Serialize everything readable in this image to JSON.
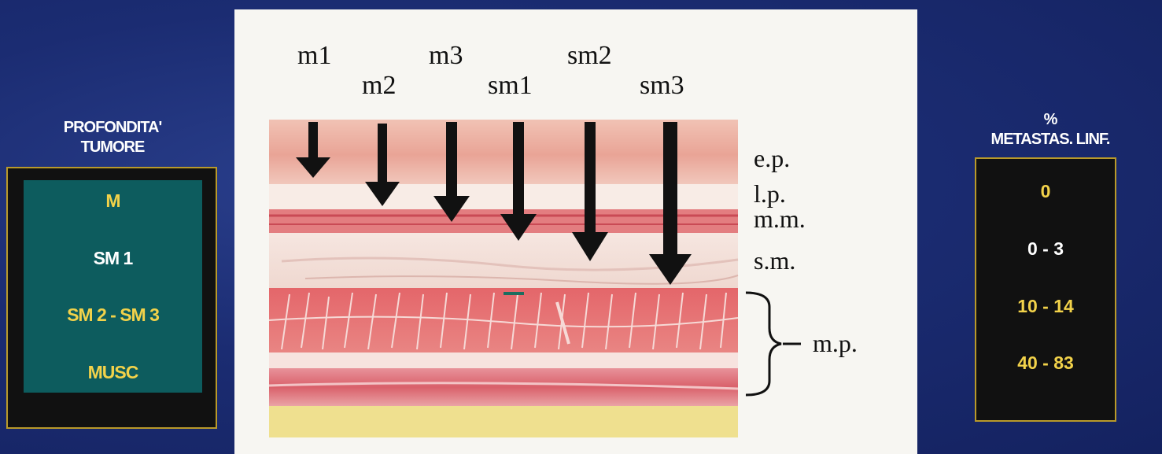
{
  "left_panel": {
    "title_line1": "PROFONDITA'",
    "title_line2": "TUMORE",
    "items": [
      {
        "label": "M",
        "color": "#f2d24a"
      },
      {
        "label": "SM 1",
        "color": "#ffffff"
      },
      {
        "label": "SM 2 - SM 3",
        "color": "#f2d24a"
      },
      {
        "label": "MUSC",
        "color": "#f2d24a"
      }
    ]
  },
  "right_panel": {
    "title_line1": "%",
    "title_line2": "METASTAS. LINF.",
    "items": [
      {
        "label": "0",
        "color": "#f2d24a"
      },
      {
        "label": "0 - 3",
        "color": "#ffffff"
      },
      {
        "label": "10 - 14",
        "color": "#f2d24a"
      },
      {
        "label": "40 - 83",
        "color": "#f2d24a"
      }
    ]
  },
  "diagram": {
    "depth_labels": [
      "m1",
      "m2",
      "m3",
      "sm1",
      "sm2",
      "sm3"
    ],
    "layer_labels": [
      "e.p.",
      "l.p.",
      "m.m.",
      "s.m.",
      "m.p."
    ]
  }
}
